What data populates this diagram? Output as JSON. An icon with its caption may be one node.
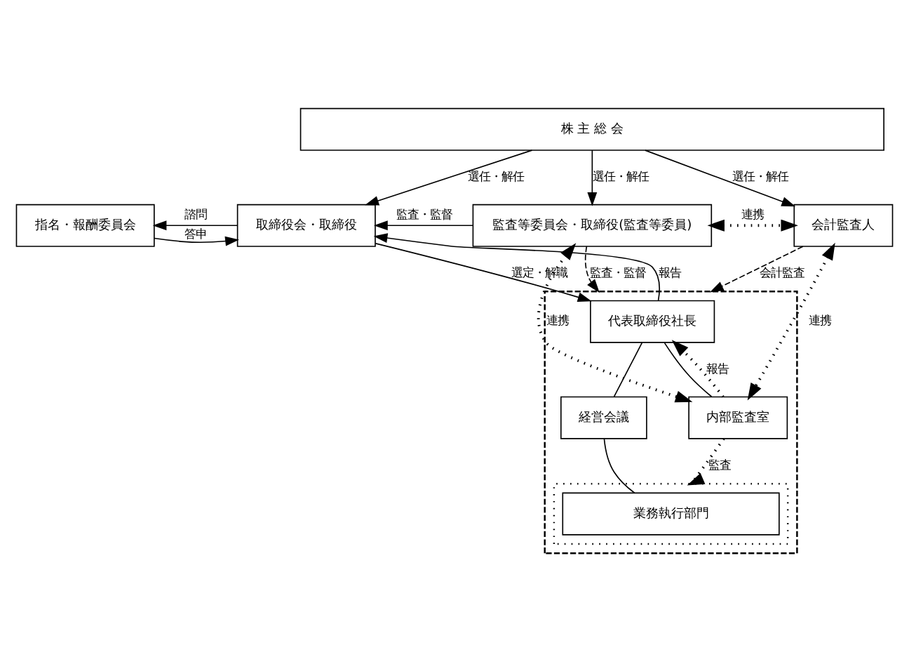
{
  "diagram": {
    "nodes": [
      {
        "text": [
          "株 主 総 会"
        ]
      },
      {
        "text": [
          "指名・報酬委員会"
        ]
      },
      {
        "text": [
          "取締役会・取締役"
        ]
      },
      {
        "text": [
          "監査等委員会・取締役(監査等委員)"
        ]
      },
      {
        "text": [
          "会計監査人"
        ]
      },
      {
        "text": [],
        "shape": "box"
      },
      {
        "text": [
          "代表取締役社長"
        ],
        "in": 5
      },
      {
        "text": [
          "経営会議"
        ],
        "in": 5
      },
      {
        "text": [],
        "shape": "box",
        "in": 5
      },
      {
        "text": [
          "業務執行部門"
        ],
        "in": 8
      },
      {
        "text": [
          "内部監査室"
        ],
        "in": 5
      }
    ],
    "edges": [
      {
        "from": 0,
        "to": 2,
        "arrow": "to",
        "label": "選任・解任"
      },
      {
        "from": 0,
        "to": 3,
        "arrow": "to",
        "label": "選任・解任"
      },
      {
        "from": 0,
        "to": 4,
        "arrow": "to",
        "label": "選任・解任"
      },
      {
        "from": 2,
        "to": 1,
        "arrow": "to",
        "label": "諮問"
      },
      {
        "from": 1,
        "to": 2,
        "arrow": "to",
        "label": "答申"
      },
      {
        "from": 3,
        "to": 2,
        "arrow": "to",
        "label": "監査・監督"
      },
      {
        "from": 3,
        "to": 4,
        "arrow": "both",
        "label": "連携",
        "style": "dashed"
      },
      {
        "from": 6,
        "to": 2,
        "arrow": "to",
        "label": "報告"
      },
      {
        "from": 2,
        "to": 6,
        "arrow": "to",
        "label": "選定・解職"
      },
      {
        "from": 3,
        "to": 5,
        "arrow": "to",
        "label": "監査・監督",
        "style": "dashed"
      },
      {
        "from": 3,
        "to": 10,
        "arrow": "both",
        "label": "連携",
        "style": "dashed"
      },
      {
        "from": 4,
        "to": 5,
        "arrow": "to",
        "label": "会計監査",
        "style": "dashed"
      },
      {
        "from": 4,
        "to": 10,
        "arrow": "both",
        "label": "連携",
        "style": "dashed"
      },
      {
        "from": 6,
        "to": 7,
        "arrow": "none"
      },
      {
        "from": 7,
        "to": 9,
        "arrow": "none"
      },
      {
        "from": 6,
        "to": 10,
        "arrow": "none"
      },
      {
        "from": 10,
        "to": 6,
        "arrow": "to",
        "label": "報告",
        "style": "dashed"
      },
      {
        "from": 10,
        "to": 8,
        "arrow": "to",
        "label": "監査",
        "style": "dashed"
      }
    ]
  }
}
